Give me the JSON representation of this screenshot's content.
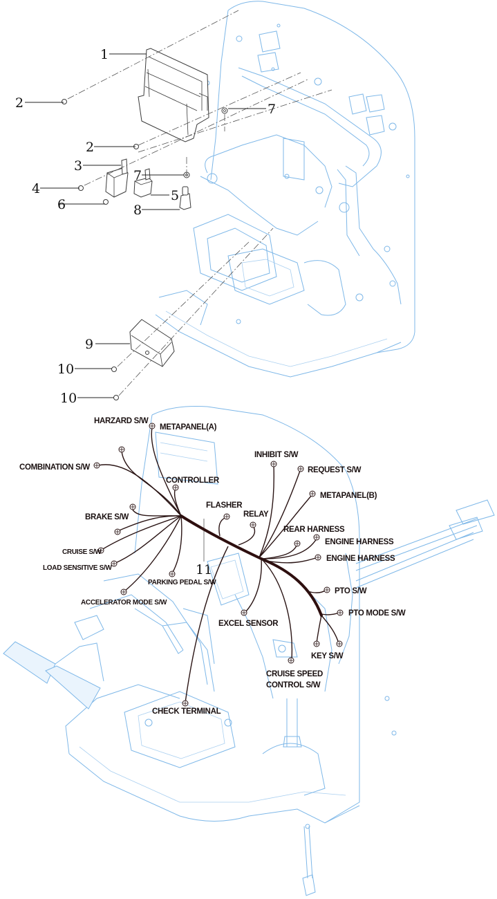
{
  "title": "Instrument panel controller, relays and wiring harness exploded view",
  "colors": {
    "frame_outline": "#7db7e8",
    "parts_outline": "#3a3a3a",
    "harness": "#2e0f0f"
  },
  "part_callouts": [
    {
      "id": "c1",
      "label": "1",
      "part": "controller"
    },
    {
      "id": "c2a",
      "label": "2",
      "part": "bolt"
    },
    {
      "id": "c2b",
      "label": "2",
      "part": "bolt"
    },
    {
      "id": "c3",
      "label": "3",
      "part": "flasher-relay"
    },
    {
      "id": "c4",
      "label": "4",
      "part": "bolt"
    },
    {
      "id": "c5",
      "label": "5",
      "part": "relay"
    },
    {
      "id": "c6",
      "label": "6",
      "part": "bolt"
    },
    {
      "id": "c7a",
      "label": "7",
      "part": "washer"
    },
    {
      "id": "c7b",
      "label": "7",
      "part": "washer"
    },
    {
      "id": "c8",
      "label": "8",
      "part": "sensor"
    },
    {
      "id": "c9",
      "label": "9",
      "part": "module-box"
    },
    {
      "id": "c10a",
      "label": "10",
      "part": "bolt"
    },
    {
      "id": "c10b",
      "label": "10",
      "part": "bolt"
    },
    {
      "id": "c11",
      "label": "11",
      "part": "wiring-harness"
    }
  ],
  "harness_connectors": [
    {
      "id": "harzard",
      "label": "HARZARD S/W"
    },
    {
      "id": "metapanel-a",
      "label": "METAPANEL(A)"
    },
    {
      "id": "combination",
      "label": "COMBINATION S/W"
    },
    {
      "id": "controller",
      "label": "CONTROLLER"
    },
    {
      "id": "inhibit",
      "label": "INHIBIT S/W"
    },
    {
      "id": "request",
      "label": "REQUEST S/W"
    },
    {
      "id": "metapanel-b",
      "label": "METAPANEL(B)"
    },
    {
      "id": "flasher",
      "label": "FLASHER"
    },
    {
      "id": "relay",
      "label": "RELAY"
    },
    {
      "id": "brake",
      "label": "BRAKE S/W"
    },
    {
      "id": "rear-harness",
      "label": "REAR HARNESS"
    },
    {
      "id": "engine-harness-1",
      "label": "ENGINE HARNESS"
    },
    {
      "id": "engine-harness-2",
      "label": "ENGINE HARNESS"
    },
    {
      "id": "cruise",
      "label": "CRUISE S/W"
    },
    {
      "id": "load-sensitive",
      "label": "LOAD SENSITIVE S/W"
    },
    {
      "id": "parking-pedal",
      "label": "PARKING PEDAL S/W"
    },
    {
      "id": "pto",
      "label": "PTO S/W"
    },
    {
      "id": "accelerator-mode",
      "label": "ACCELERATOR MODE S/W"
    },
    {
      "id": "pto-mode",
      "label": "PTO MODE S/W"
    },
    {
      "id": "excel-sensor",
      "label": "EXCEL SENSOR"
    },
    {
      "id": "key",
      "label": "KEY S/W"
    },
    {
      "id": "cruise-speed-1",
      "label": "CRUISE SPEED"
    },
    {
      "id": "cruise-speed-2",
      "label": "CONTROL S/W"
    },
    {
      "id": "check-terminal",
      "label": "CHECK TERMINAL"
    }
  ]
}
